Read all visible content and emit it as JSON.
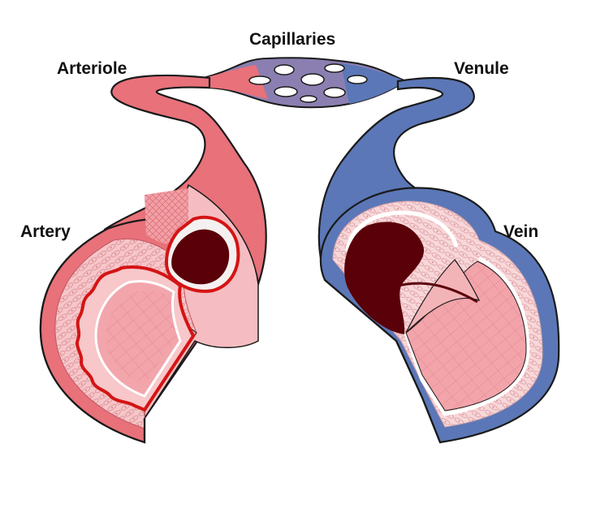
{
  "labels": {
    "capillaries": "Capillaries",
    "arteriole": "Arteriole",
    "venule": "Venule",
    "artery": "Artery",
    "vein": "Vein"
  },
  "colors": {
    "artery_red": "#e8717a",
    "artery_wall_pink": "#f3b4b8",
    "artery_wall_light": "#f8d2d4",
    "elastic_lamina_red": "#d41414",
    "vein_blue": "#5b77b7",
    "vein_wall_light": "#f7d3d6",
    "lumen_dark": "#5a0008",
    "endothelium_white": "#ffffff",
    "outline": "#1a1a1a"
  }
}
